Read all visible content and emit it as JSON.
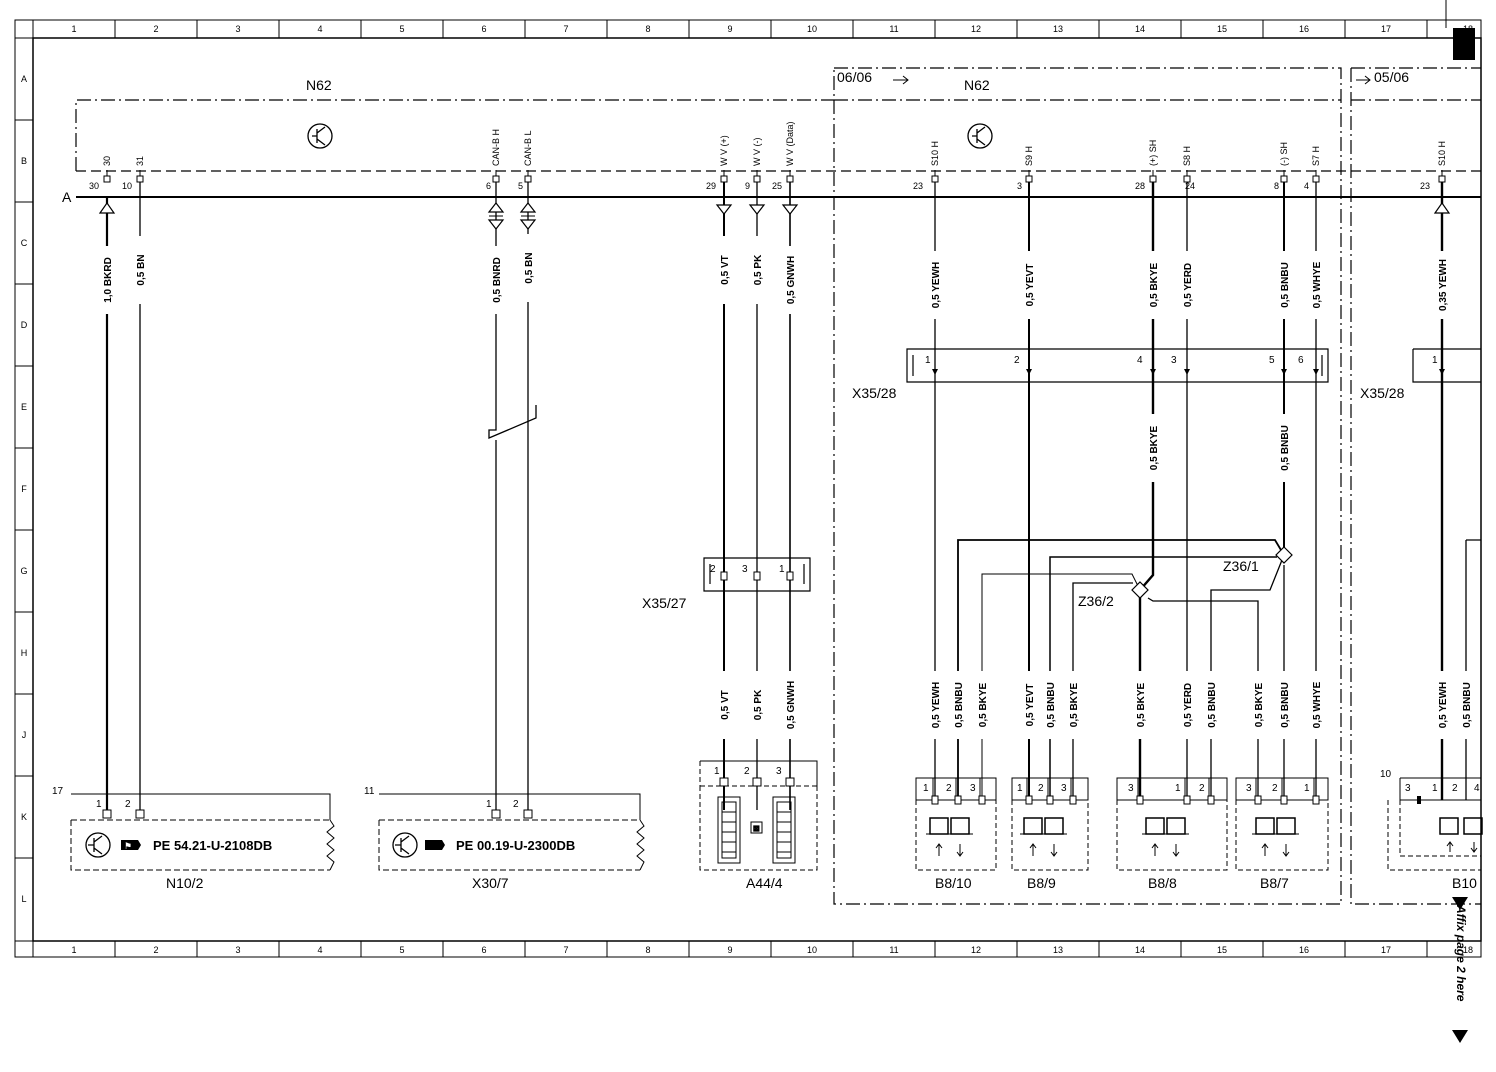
{
  "grid": {
    "columns": [
      "1",
      "2",
      "3",
      "4",
      "5",
      "6",
      "7",
      "8",
      "9",
      "10",
      "11",
      "12",
      "13",
      "14",
      "15",
      "16",
      "17",
      "18"
    ],
    "rows": [
      "A",
      "B",
      "C",
      "D",
      "E",
      "F",
      "G",
      "H",
      "J",
      "K",
      "L"
    ]
  },
  "modules": {
    "n62_left": "N62",
    "n62_right": "N62",
    "ref_in": "06/06",
    "ref_out": "05/06",
    "bus_label": "A"
  },
  "pins": {
    "p30": "30",
    "p10": "10",
    "p6": "6",
    "p5": "5",
    "p29": "29",
    "p9": "9",
    "p25": "25",
    "p23a": "23",
    "p3": "3",
    "p28": "28",
    "p24": "24",
    "p8": "8",
    "p4": "4",
    "p23b": "23"
  },
  "signals": {
    "s30": "30",
    "s31": "31",
    "canh": "CAN-B H",
    "canl": "CAN-B L",
    "wvp": "W V (+)",
    "wvm": "W V (-)",
    "wvd": "W V (Data)",
    "s10h": "S10 H",
    "s9h": "S9 H",
    "psh": "(+) SH",
    "s8h": "S8 H",
    "msh": "(-) SH",
    "s7h": "S7 H",
    "s10h2": "S10 H"
  },
  "wires": {
    "w1": "1,0 BKRD",
    "w2": "0,5 BN",
    "w3": "0,5 BNRD",
    "w4": "0,5 BN",
    "w5": "0,5 VT",
    "w6": "0,5 PK",
    "w7": "0,5 GNWH",
    "w8": "0,5 YEWH",
    "w9": "0,5 YEVT",
    "w10": "0,5 BKYE",
    "w11": "0,5 YERD",
    "w12": "0,5 BNBU",
    "w13": "0,5 WHYE",
    "w14": "0,5 BKYE",
    "w15": "0,5 BNBU",
    "w16": "0,35 YEWH",
    "l1": "0,5 VT",
    "l2": "0,5 PK",
    "l3": "0,5 GNWH",
    "l4": "0,5 YEWH",
    "l5": "0,5 BNBU",
    "l6": "0,5 BKYE",
    "l7": "0,5 YEVT",
    "l8": "0,5 BNBU",
    "l9": "0,5 BKYE",
    "l10": "0,5 BKYE",
    "l11": "0,5 YERD",
    "l12": "0,5 BNBU",
    "l13": "0,5 BKYE",
    "l14": "0,5 BNBU",
    "l15": "0,5 WHYE",
    "l16": "0,5 YEWH",
    "l17": "0,5 BNBU"
  },
  "connectors": {
    "x3528a": "X35/28",
    "x3528b": "X35/28",
    "x3527": "X35/27",
    "z361": "Z36/1",
    "z362": "Z36/2",
    "c1": "1",
    "c2": "2",
    "c4": "4",
    "c3": "3",
    "c5": "5",
    "c6": "6",
    "c1b": "1",
    "k2": "2",
    "k3": "3",
    "k1": "1"
  },
  "components": {
    "n102": "N10/2",
    "x307": "X30/7",
    "a444": "A44/4",
    "b810": "B8/10",
    "b89": "B8/9",
    "b88": "B8/8",
    "b87": "B8/7",
    "b10": "B10",
    "ref17": "17",
    "ref11": "11",
    "ref10": "10",
    "pe1": "PE 54.21-U-2108DB",
    "pe2": "PE 00.19-U-2300DB"
  },
  "sensor_pins": {
    "a1": "1",
    "a2": "2",
    "b1": "1",
    "b2": "2",
    "s1": "1",
    "s2": "2",
    "s3": "3",
    "b810": [
      "1",
      "2",
      "3"
    ],
    "b89": [
      "1",
      "2",
      "3"
    ],
    "b88": [
      "3",
      "1",
      "2"
    ],
    "b87": [
      "3",
      "2",
      "1"
    ],
    "b10": [
      "3",
      "1",
      "2",
      "4"
    ]
  },
  "affix": "Affix page 2 here"
}
